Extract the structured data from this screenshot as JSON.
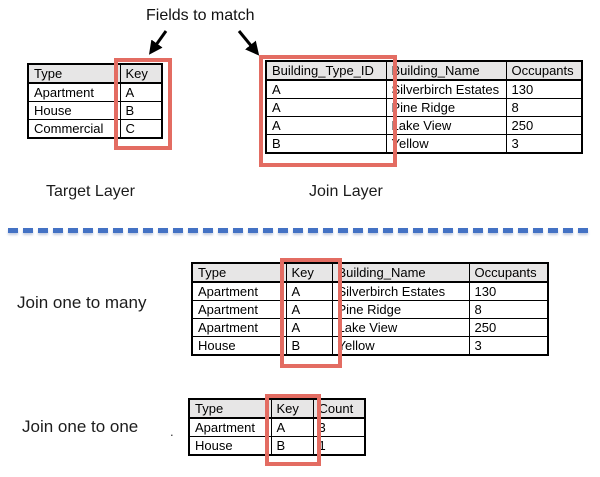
{
  "title": "Fields to match",
  "top_section": {
    "target_label": "Target Layer",
    "join_label": "Join Layer",
    "target_table": {
      "headers": [
        "Type",
        "Key"
      ],
      "rows": [
        [
          "Apartment",
          "A"
        ],
        [
          "House",
          "B"
        ],
        [
          "Commercial",
          "C"
        ]
      ],
      "highlighted_column": "Key"
    },
    "join_table": {
      "headers": [
        "Building_Type_ID",
        "Building_Name",
        "Occupants"
      ],
      "rows": [
        [
          "A",
          "Silverbirch Estates",
          "130"
        ],
        [
          "A",
          "Pine Ridge",
          "8"
        ],
        [
          "A",
          "Lake View",
          "250"
        ],
        [
          "B",
          "Yellow",
          "3"
        ]
      ],
      "highlighted_column": "Building_Type_ID"
    }
  },
  "bottom_section": {
    "one_to_many_label": "Join one to many",
    "one_to_many_table": {
      "headers": [
        "Type",
        "Key",
        "Building_Name",
        "Occupants"
      ],
      "rows": [
        [
          "Apartment",
          "A",
          "Silverbirch Estates",
          "130"
        ],
        [
          "Apartment",
          "A",
          "Pine Ridge",
          "8"
        ],
        [
          "Apartment",
          "A",
          "Lake View",
          "250"
        ],
        [
          "House",
          "B",
          "Yellow",
          "3"
        ]
      ],
      "highlighted_column": "Key"
    },
    "one_to_one_label": "Join one to one",
    "one_to_one_table": {
      "headers": [
        "Type",
        "Key",
        "Count"
      ],
      "rows": [
        [
          "Apartment",
          "A",
          "3"
        ],
        [
          "House",
          "B",
          "1"
        ]
      ],
      "highlighted_column": "Key"
    },
    "stray_dot": "."
  },
  "colors": {
    "highlight_box": "#e36c62",
    "table_header_fill": "#e7e6e6",
    "divider_blue": "#4472c4",
    "arrow": "#000000"
  }
}
